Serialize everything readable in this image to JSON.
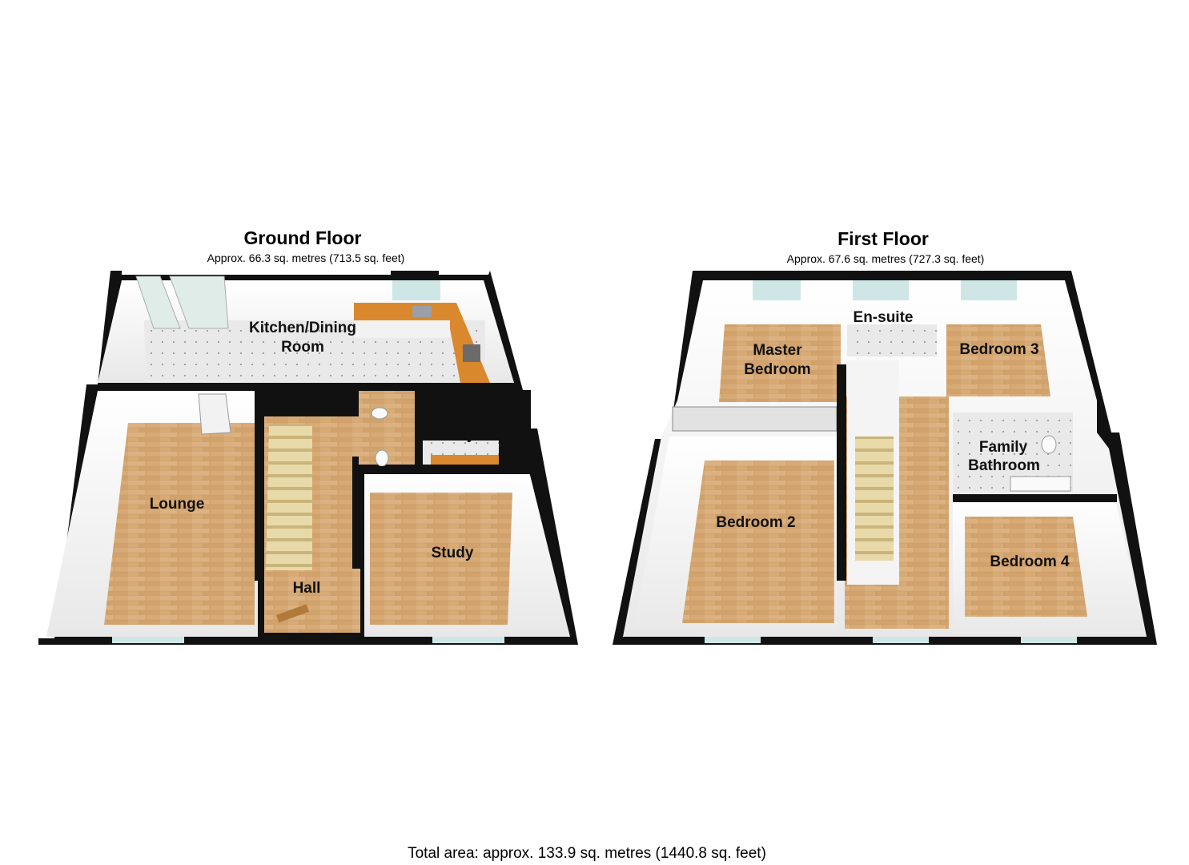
{
  "ground_floor": {
    "title": "Ground Floor",
    "area": "Approx. 66.3 sq. metres (713.5 sq. feet)",
    "rooms": {
      "kitchen_line1": "Kitchen/Dining",
      "kitchen_line2": "Room",
      "lounge": "Lounge",
      "hall": "Hall",
      "study": "Study",
      "utility": "Utility"
    }
  },
  "first_floor": {
    "title": "First Floor",
    "area": "Approx. 67.6 sq. metres (727.3 sq. feet)",
    "rooms": {
      "master_line1": "Master",
      "master_line2": "Bedroom",
      "ensuite": "En-suite",
      "bedroom3": "Bedroom 3",
      "bathroom_line1": "Family",
      "bathroom_line2": "Bathroom",
      "bedroom2": "Bedroom 2",
      "bedroom4": "Bedroom 4"
    }
  },
  "total_area": "Total area: approx. 133.9 sq. metres (1440.8 sq. feet)",
  "colors": {
    "wall": "#111111",
    "wall_face": "#f4f4f4",
    "floor_wood": "#d9ad7a",
    "floor_tile": "#e6e6e6",
    "worktop": "#d9882e",
    "window": "#cfe6e6"
  }
}
